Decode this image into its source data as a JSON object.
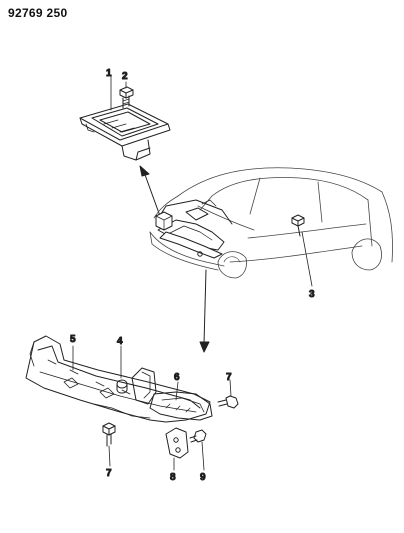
{
  "document": {
    "number": "92769 250"
  },
  "callouts": [
    {
      "id": "1",
      "label": "1"
    },
    {
      "id": "2",
      "label": "2"
    },
    {
      "id": "3",
      "label": "3"
    },
    {
      "id": "4",
      "label": "4"
    },
    {
      "id": "5",
      "label": "5"
    },
    {
      "id": "6",
      "label": "6"
    },
    {
      "id": "7a",
      "label": "7"
    },
    {
      "id": "7b",
      "label": "7"
    },
    {
      "id": "8",
      "label": "8"
    },
    {
      "id": "9",
      "label": "9"
    }
  ],
  "colors": {
    "line": "#222222",
    "background": "#ffffff"
  }
}
